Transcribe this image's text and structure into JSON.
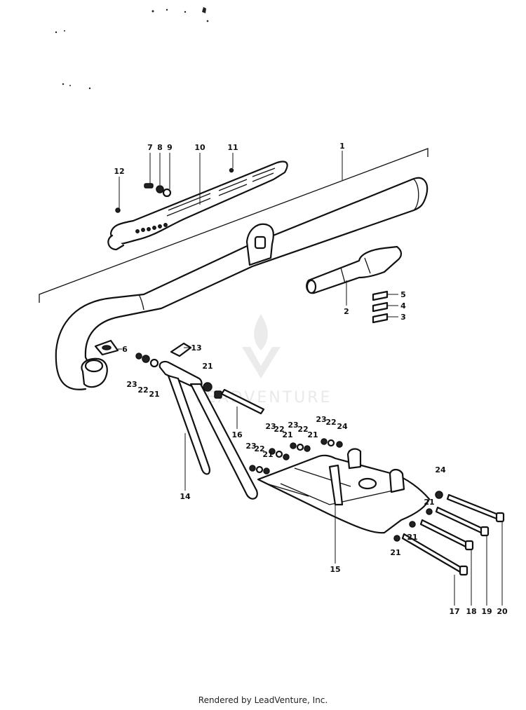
{
  "watermark": {
    "text": "LEADVENTURE",
    "logo_icon": "leadventure-flame-logo-icon"
  },
  "footer": {
    "text": "Rendered by LeadVenture, Inc."
  },
  "callouts": [
    {
      "id": "c1",
      "label": "1"
    },
    {
      "id": "c2",
      "label": "2"
    },
    {
      "id": "c3",
      "label": "3"
    },
    {
      "id": "c4",
      "label": "4"
    },
    {
      "id": "c5",
      "label": "5"
    },
    {
      "id": "c6",
      "label": "6"
    },
    {
      "id": "c7",
      "label": "7"
    },
    {
      "id": "c8",
      "label": "8"
    },
    {
      "id": "c9",
      "label": "9"
    },
    {
      "id": "c10",
      "label": "10"
    },
    {
      "id": "c11",
      "label": "11"
    },
    {
      "id": "c12",
      "label": "12"
    },
    {
      "id": "c13",
      "label": "13"
    },
    {
      "id": "c14",
      "label": "14"
    },
    {
      "id": "c15",
      "label": "15"
    },
    {
      "id": "c16",
      "label": "16"
    },
    {
      "id": "c17",
      "label": "17"
    },
    {
      "id": "c18",
      "label": "18"
    },
    {
      "id": "c19",
      "label": "19"
    },
    {
      "id": "c20",
      "label": "20"
    },
    {
      "id": "c21a",
      "label": "21"
    },
    {
      "id": "c21b",
      "label": "21"
    },
    {
      "id": "c21c",
      "label": "21"
    },
    {
      "id": "c21d",
      "label": "21"
    },
    {
      "id": "c21e",
      "label": "21"
    },
    {
      "id": "c21f",
      "label": "21"
    },
    {
      "id": "c21g",
      "label": "21"
    },
    {
      "id": "c21h",
      "label": "21"
    },
    {
      "id": "c22a",
      "label": "22"
    },
    {
      "id": "c22b",
      "label": "22"
    },
    {
      "id": "c22c",
      "label": "22"
    },
    {
      "id": "c22d",
      "label": "22"
    },
    {
      "id": "c22e",
      "label": "22"
    },
    {
      "id": "c23a",
      "label": "23"
    },
    {
      "id": "c23b",
      "label": "23"
    },
    {
      "id": "c23c",
      "label": "23"
    },
    {
      "id": "c23d",
      "label": "23"
    },
    {
      "id": "c23e",
      "label": "23"
    },
    {
      "id": "c24a",
      "label": "24"
    },
    {
      "id": "c24b",
      "label": "24"
    }
  ]
}
